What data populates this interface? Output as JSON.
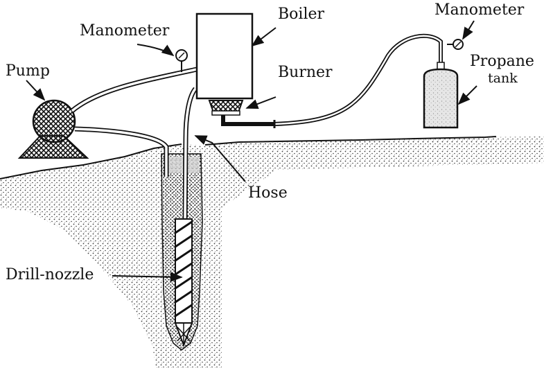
{
  "labels": {
    "pump": "Pump",
    "manometer_left": "Manometer",
    "boiler": "Boiler",
    "burner": "Burner",
    "manometer_right": "Manometer",
    "propane": "Propane",
    "tank": "tank",
    "hose": "Hose",
    "drill_nozzle": "Drill-nozzle"
  },
  "colors": {
    "ink": "#111111",
    "soil_dot": "#3a3a3a",
    "background": "#ffffff"
  }
}
